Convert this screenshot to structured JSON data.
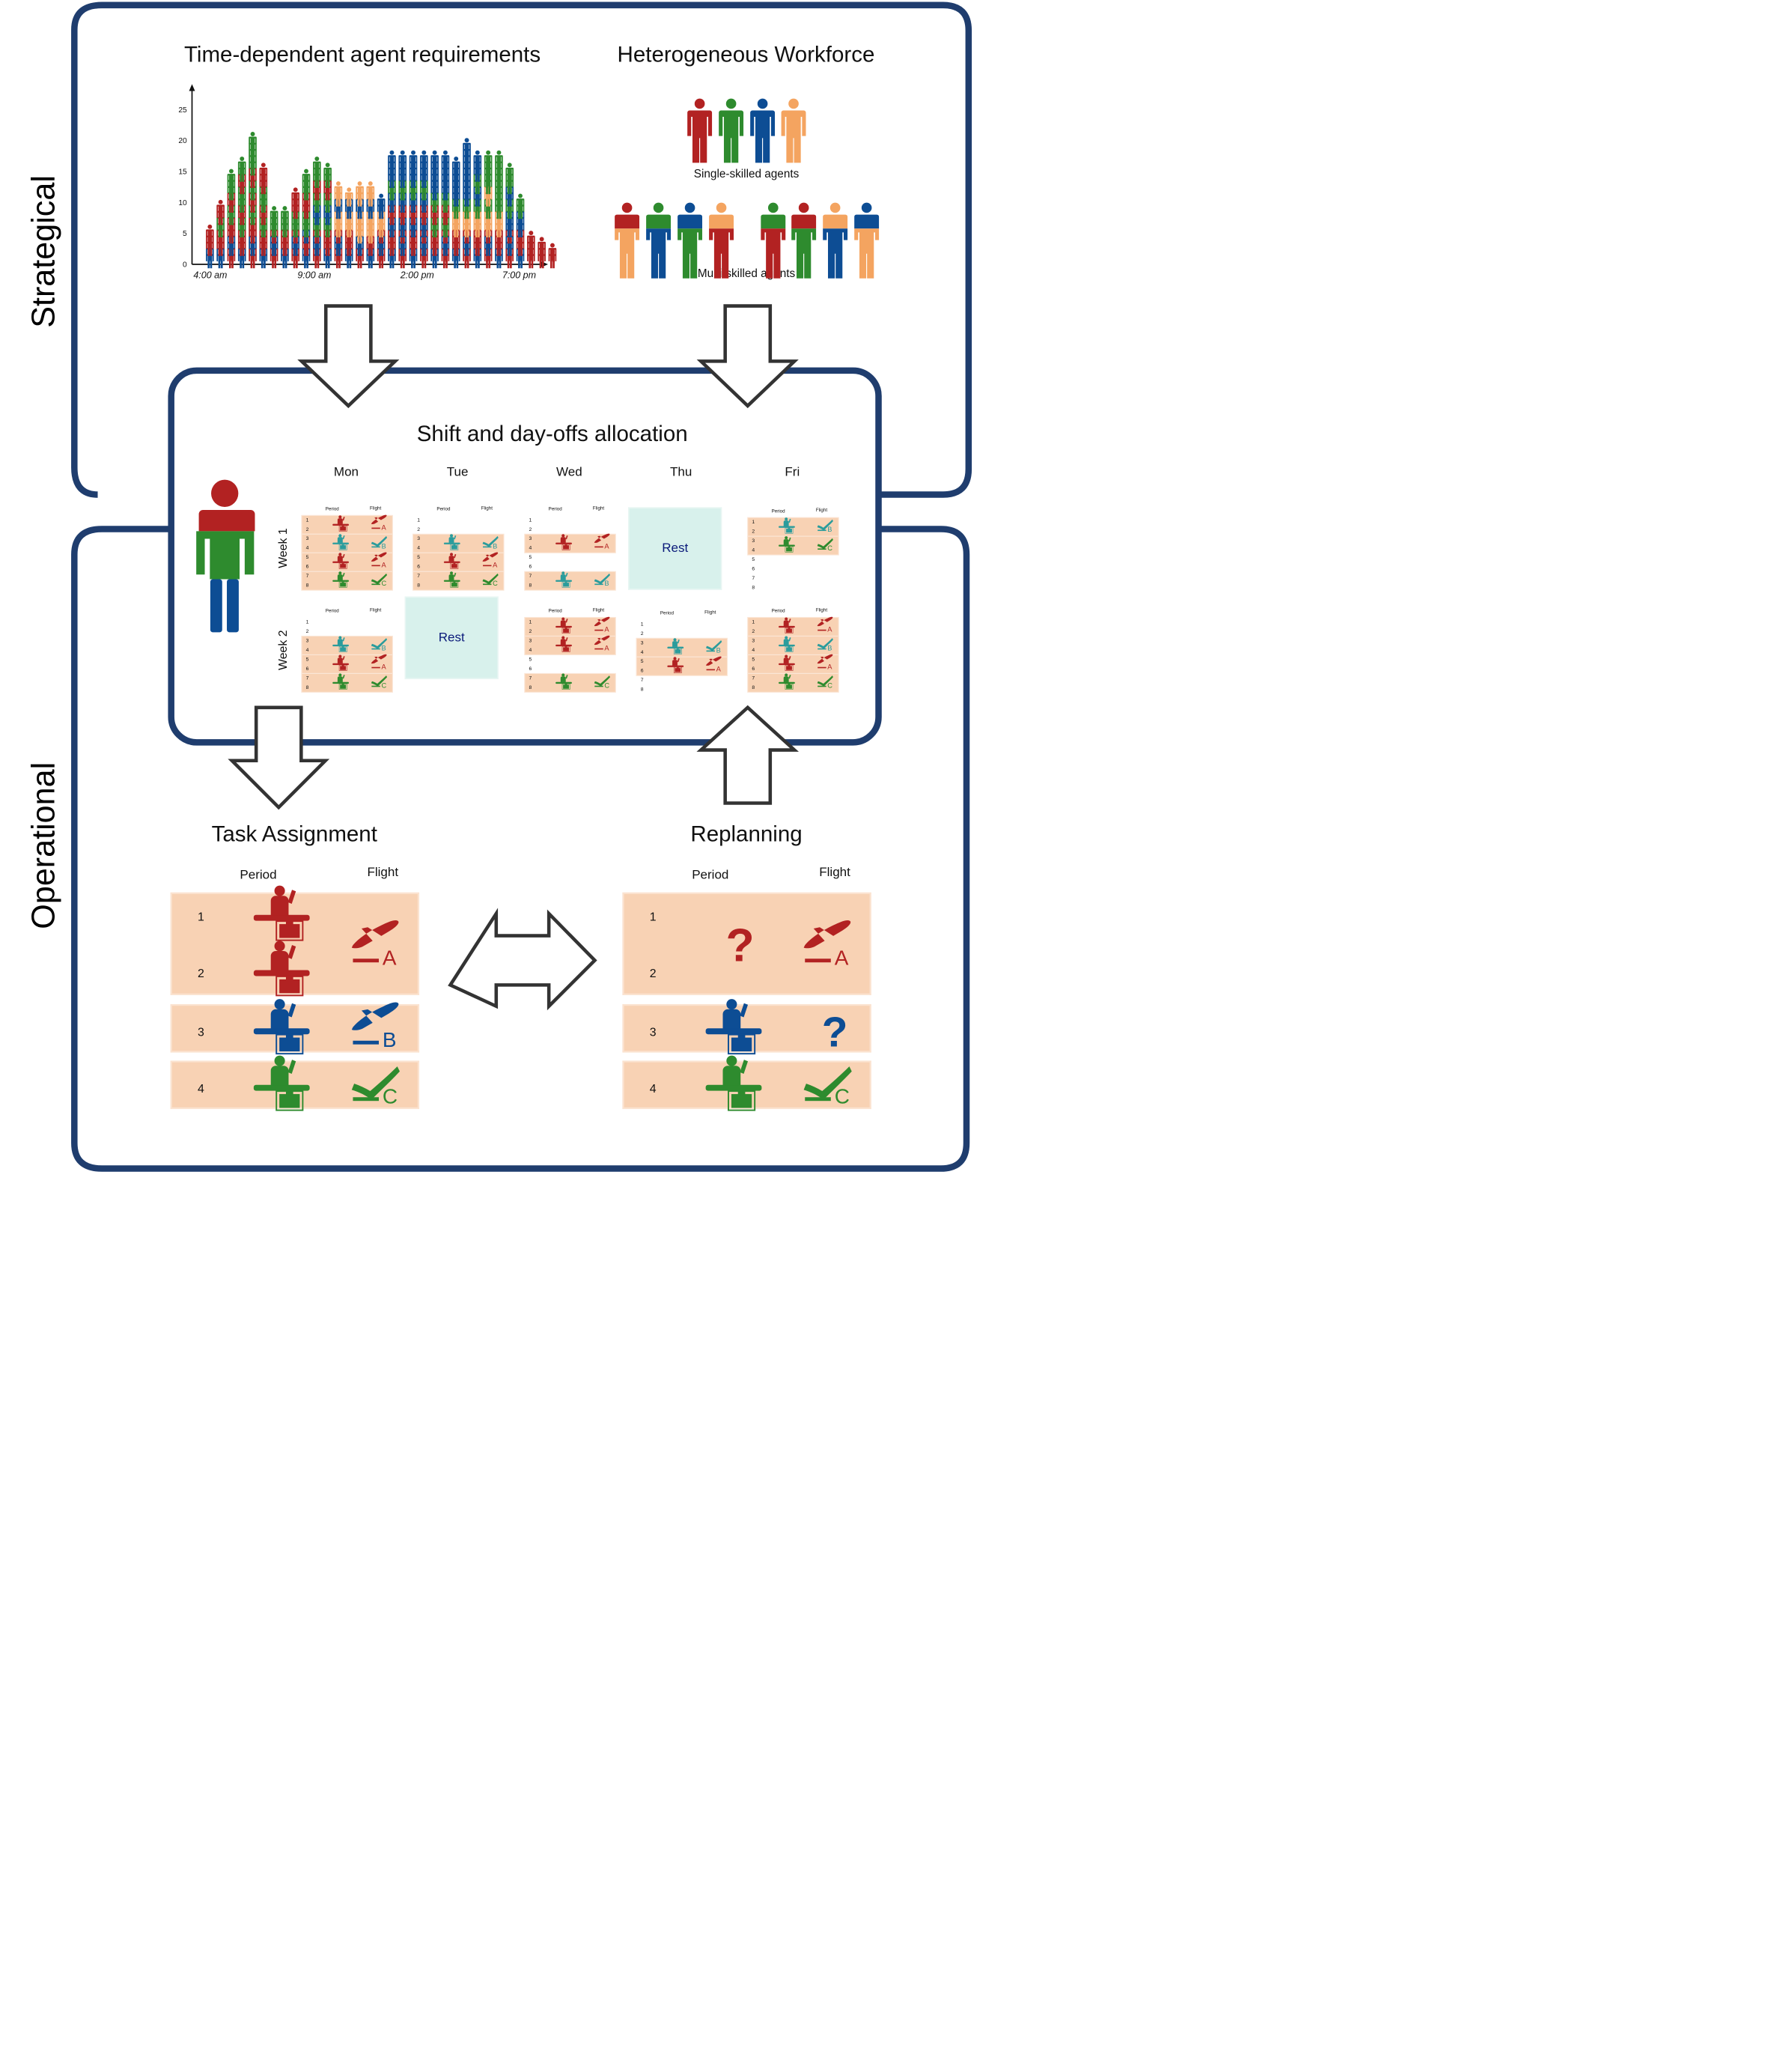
{
  "labels": {
    "strategical": "Strategical",
    "operational": "Operational",
    "time_req_title": "Time-dependent agent requirements",
    "workforce_title": "Heterogeneous Workforce",
    "single_skilled": "Single-skilled agents",
    "multi_skilled": "Multi-skilled agents",
    "shift_title": "Shift and day-offs allocation",
    "task_title": "Task Assignment",
    "replanning_title": "Replanning",
    "period": "Period",
    "flight": "Flight",
    "rest": "Rest",
    "question": "?"
  },
  "colors": {
    "red": "#b22222",
    "green": "#2e8b2e",
    "blue": "#0d4d94",
    "orange": "#f4a460",
    "teal": "#2a9c9c",
    "frame": "#1f3d6e",
    "panel_bg": "#f8d2b4",
    "rest_bg": "#d8f1ec"
  },
  "chart_data": {
    "type": "bar",
    "x_tick_labels": [
      "4:00 am",
      "9:00 am",
      "2:00 pm",
      "7:00 pm"
    ],
    "y_ticks": [
      0,
      5,
      10,
      15,
      20,
      25
    ],
    "ylim": [
      0,
      27
    ],
    "stacks": [
      [
        "blue",
        "blue",
        "red",
        "red",
        "red"
      ],
      [
        "blue",
        "blue",
        "red",
        "red",
        "red",
        "green",
        "green",
        "red",
        "red"
      ],
      [
        "red",
        "red",
        "blue",
        "blue",
        "red",
        "red",
        "red",
        "green",
        "green",
        "red",
        "red",
        "green",
        "green",
        "green"
      ],
      [
        "blue",
        "blue",
        "red",
        "red",
        "red",
        "green",
        "green",
        "red",
        "red",
        "green",
        "green",
        "green",
        "red",
        "red",
        "green",
        "green"
      ],
      [
        "red",
        "red",
        "blue",
        "blue",
        "red",
        "red",
        "red",
        "green",
        "green",
        "red",
        "red",
        "green",
        "green",
        "red",
        "red",
        "green",
        "green",
        "green",
        "green",
        "green"
      ],
      [
        "blue",
        "blue",
        "red",
        "red",
        "red",
        "green",
        "green",
        "red",
        "red",
        "green",
        "green",
        "green",
        "red",
        "red",
        "red"
      ],
      [
        "red",
        "red",
        "blue",
        "blue",
        "red",
        "green",
        "green",
        "green"
      ],
      [
        "blue",
        "blue",
        "red",
        "red",
        "red",
        "green",
        "green",
        "green"
      ],
      [
        "red",
        "red",
        "blue",
        "blue",
        "red",
        "green",
        "green",
        "green",
        "red",
        "red",
        "red"
      ],
      [
        "blue",
        "blue",
        "red",
        "red",
        "blue",
        "green",
        "green",
        "green",
        "red",
        "red",
        "red",
        "green",
        "green",
        "green"
      ],
      [
        "red",
        "red",
        "blue",
        "blue",
        "red",
        "green",
        "green",
        "blue",
        "blue",
        "green",
        "green",
        "red",
        "red",
        "green",
        "green",
        "green"
      ],
      [
        "blue",
        "blue",
        "red",
        "red",
        "red",
        "green",
        "green",
        "blue",
        "blue",
        "green",
        "green",
        "red",
        "red",
        "green",
        "green"
      ],
      [
        "red",
        "red",
        "blue",
        "blue",
        "red",
        "orange",
        "orange",
        "orange",
        "blue",
        "blue",
        "orange",
        "orange"
      ],
      [
        "blue",
        "blue",
        "red",
        "red",
        "red",
        "orange",
        "orange",
        "orange",
        "blue",
        "blue",
        "orange"
      ],
      [
        "red",
        "red",
        "blue",
        "blue",
        "orange",
        "orange",
        "orange",
        "orange",
        "blue",
        "blue",
        "orange",
        "orange"
      ],
      [
        "blue",
        "blue",
        "red",
        "red",
        "orange",
        "orange",
        "orange",
        "orange",
        "blue",
        "blue",
        "orange",
        "orange"
      ],
      [
        "red",
        "red",
        "blue",
        "blue",
        "red",
        "orange",
        "orange",
        "orange",
        "blue",
        "blue"
      ],
      [
        "blue",
        "blue",
        "red",
        "red",
        "red",
        "blue",
        "blue",
        "red",
        "red",
        "blue",
        "blue",
        "green",
        "green",
        "blue",
        "blue",
        "blue",
        "blue"
      ],
      [
        "red",
        "red",
        "blue",
        "blue",
        "red",
        "blue",
        "blue",
        "red",
        "red",
        "blue",
        "blue",
        "green",
        "green",
        "blue",
        "blue",
        "blue",
        "blue"
      ],
      [
        "blue",
        "blue",
        "red",
        "red",
        "red",
        "blue",
        "blue",
        "red",
        "red",
        "blue",
        "blue",
        "green",
        "green",
        "blue",
        "blue",
        "blue",
        "blue"
      ],
      [
        "red",
        "red",
        "blue",
        "blue",
        "red",
        "blue",
        "blue",
        "red",
        "red",
        "blue",
        "blue",
        "green",
        "green",
        "blue",
        "blue",
        "blue",
        "blue"
      ],
      [
        "blue",
        "blue",
        "red",
        "red",
        "red",
        "green",
        "green",
        "red",
        "red",
        "green",
        "green",
        "blue",
        "blue",
        "blue",
        "blue",
        "blue",
        "blue"
      ],
      [
        "red",
        "red",
        "blue",
        "blue",
        "red",
        "green",
        "green",
        "red",
        "red",
        "green",
        "green",
        "blue",
        "blue",
        "blue",
        "blue",
        "blue",
        "blue"
      ],
      [
        "blue",
        "blue",
        "red",
        "red",
        "red",
        "orange",
        "orange",
        "orange",
        "green",
        "green",
        "blue",
        "blue",
        "blue",
        "blue",
        "blue",
        "blue"
      ],
      [
        "red",
        "red",
        "blue",
        "blue",
        "red",
        "orange",
        "orange",
        "orange",
        "green",
        "green",
        "blue",
        "blue",
        "blue",
        "blue",
        "blue",
        "blue",
        "blue",
        "blue",
        "blue"
      ],
      [
        "blue",
        "blue",
        "red",
        "red",
        "red",
        "orange",
        "orange",
        "orange",
        "green",
        "green",
        "blue",
        "blue",
        "green",
        "green",
        "blue",
        "blue",
        "blue"
      ],
      [
        "red",
        "red",
        "blue",
        "blue",
        "red",
        "orange",
        "orange",
        "orange",
        "green",
        "green",
        "orange",
        "orange",
        "green",
        "green",
        "green",
        "green",
        "green"
      ],
      [
        "blue",
        "blue",
        "red",
        "red",
        "red",
        "orange",
        "orange",
        "orange",
        "green",
        "green",
        "green",
        "green",
        "green",
        "green",
        "green",
        "green",
        "green"
      ],
      [
        "red",
        "red",
        "blue",
        "blue",
        "red",
        "blue",
        "blue",
        "blue",
        "green",
        "green",
        "blue",
        "blue",
        "green",
        "green",
        "green"
      ],
      [
        "blue",
        "blue",
        "red",
        "red",
        "red",
        "blue",
        "blue",
        "blue",
        "green",
        "green"
      ],
      [
        "red",
        "red",
        "red",
        "red"
      ],
      [
        "red",
        "red",
        "red"
      ],
      [
        "red",
        "red"
      ]
    ]
  },
  "workforce": {
    "single": [
      "red",
      "green",
      "blue",
      "orange"
    ],
    "multi": [
      [
        "red",
        "orange"
      ],
      [
        "green",
        "blue"
      ],
      [
        "blue",
        "green"
      ],
      [
        "orange",
        "red"
      ],
      [
        "green",
        "red"
      ],
      [
        "red",
        "green"
      ],
      [
        "orange",
        "blue"
      ],
      [
        "blue",
        "orange"
      ]
    ]
  },
  "shift": {
    "days": [
      "Mon",
      "Tue",
      "Wed",
      "Thu",
      "Fri"
    ],
    "weeks": [
      "Week 1",
      "Week 2"
    ],
    "periods": [
      "1",
      "2",
      "3",
      "4",
      "5",
      "6",
      "7",
      "8"
    ],
    "schedule": [
      [
        [
          [
            1,
            "red",
            "A"
          ],
          [
            3,
            "teal",
            "B"
          ],
          [
            5,
            "red",
            "A"
          ],
          [
            7,
            "green",
            "C"
          ]
        ],
        [
          [
            3,
            "teal",
            "B"
          ],
          [
            5,
            "red",
            "A"
          ],
          [
            7,
            "green",
            "C"
          ]
        ],
        [
          [
            3,
            "red",
            "A"
          ],
          [
            7,
            "teal",
            "B"
          ]
        ],
        "rest",
        [
          [
            1,
            "teal",
            "B"
          ],
          [
            3,
            "green",
            "C"
          ]
        ]
      ],
      [
        [
          [
            3,
            "teal",
            "B"
          ],
          [
            5,
            "red",
            "A"
          ],
          [
            7,
            "green",
            "C"
          ]
        ],
        "rest",
        [
          [
            1,
            "red",
            "A"
          ],
          [
            3,
            "red",
            "A"
          ],
          [
            7,
            "green",
            "C"
          ]
        ],
        [
          [
            3,
            "teal",
            "B"
          ],
          [
            5,
            "red",
            "A"
          ]
        ],
        [
          [
            1,
            "red",
            "A"
          ],
          [
            3,
            "teal",
            "B"
          ],
          [
            5,
            "red",
            "A"
          ],
          [
            7,
            "green",
            "C"
          ]
        ]
      ]
    ]
  },
  "task": {
    "rows": [
      {
        "periods": [
          "1",
          "2"
        ],
        "desks": [
          "red",
          "red"
        ],
        "flight": {
          "color": "red",
          "letter": "A"
        }
      },
      {
        "periods": [
          "3"
        ],
        "desks": [
          "blue"
        ],
        "flight": {
          "color": "blue",
          "letter": "B"
        }
      },
      {
        "periods": [
          "4"
        ],
        "desks": [
          "green"
        ],
        "flight": {
          "color": "green",
          "letter": "C"
        }
      }
    ]
  },
  "replanning": {
    "rows": [
      {
        "periods": [
          "1",
          "2"
        ],
        "desks": [
          "question"
        ],
        "flight": {
          "color": "red",
          "letter": "A"
        }
      },
      {
        "periods": [
          "3"
        ],
        "desks": [
          "blue"
        ],
        "flight": "question"
      },
      {
        "periods": [
          "4"
        ],
        "desks": [
          "green"
        ],
        "flight": {
          "color": "green",
          "letter": "C"
        }
      }
    ]
  }
}
